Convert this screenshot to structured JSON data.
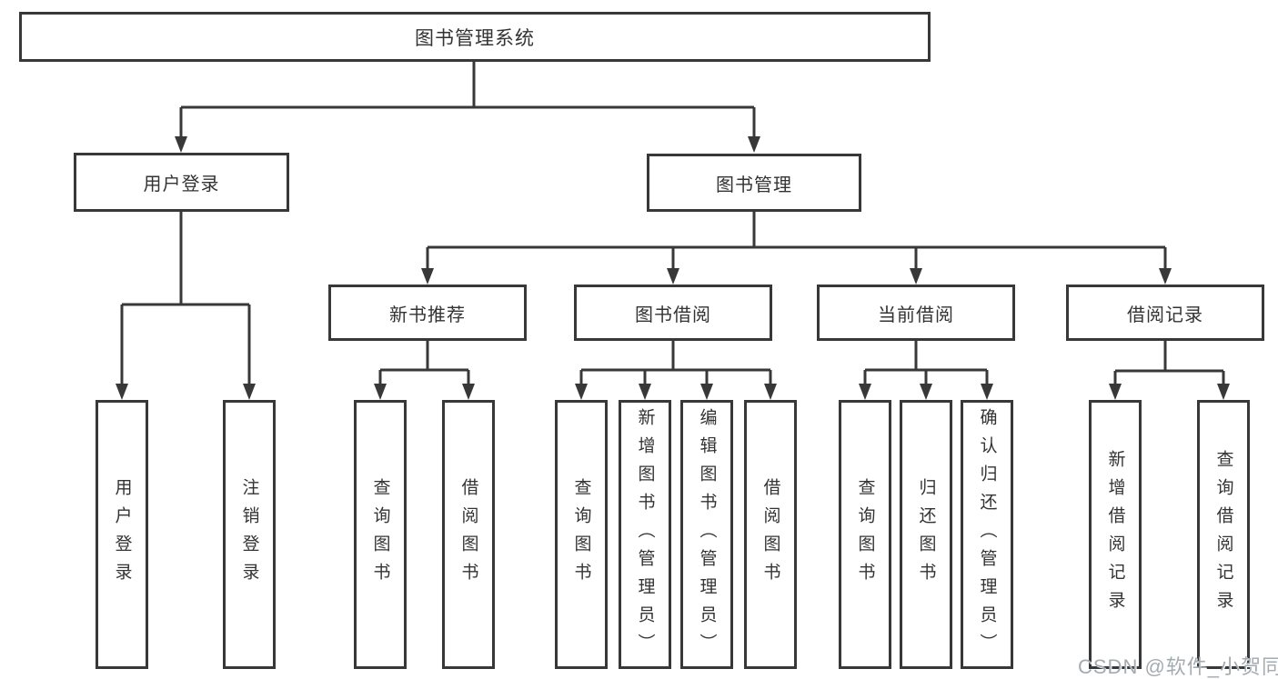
{
  "tree": {
    "label": "图书管理系统",
    "children": [
      {
        "label": "用户登录",
        "children": [
          {
            "label": "用户登录"
          },
          {
            "label": "注销登录"
          }
        ]
      },
      {
        "label": "图书管理",
        "children": [
          {
            "label": "新书推荐",
            "children": [
              {
                "label": "查询图书"
              },
              {
                "label": "借阅图书"
              }
            ]
          },
          {
            "label": "图书借阅",
            "children": [
              {
                "label": "查询图书"
              },
              {
                "label": "新增图书（管理员）"
              },
              {
                "label": "编辑图书（管理员）"
              },
              {
                "label": "借阅图书"
              }
            ]
          },
          {
            "label": "当前借阅",
            "children": [
              {
                "label": "查询图书"
              },
              {
                "label": "归还图书"
              },
              {
                "label": "确认归还（管理员）"
              }
            ]
          },
          {
            "label": "借阅记录",
            "children": [
              {
                "label": "新增借阅记录"
              },
              {
                "label": "查询借阅记录"
              }
            ]
          }
        ]
      }
    ]
  },
  "watermark": "CSDN @软件_小贺同学",
  "colors": {
    "background": "#ffffff",
    "line": "#383838",
    "box_border": "#383838",
    "text": "#333333",
    "watermark": "#a4abb1"
  }
}
